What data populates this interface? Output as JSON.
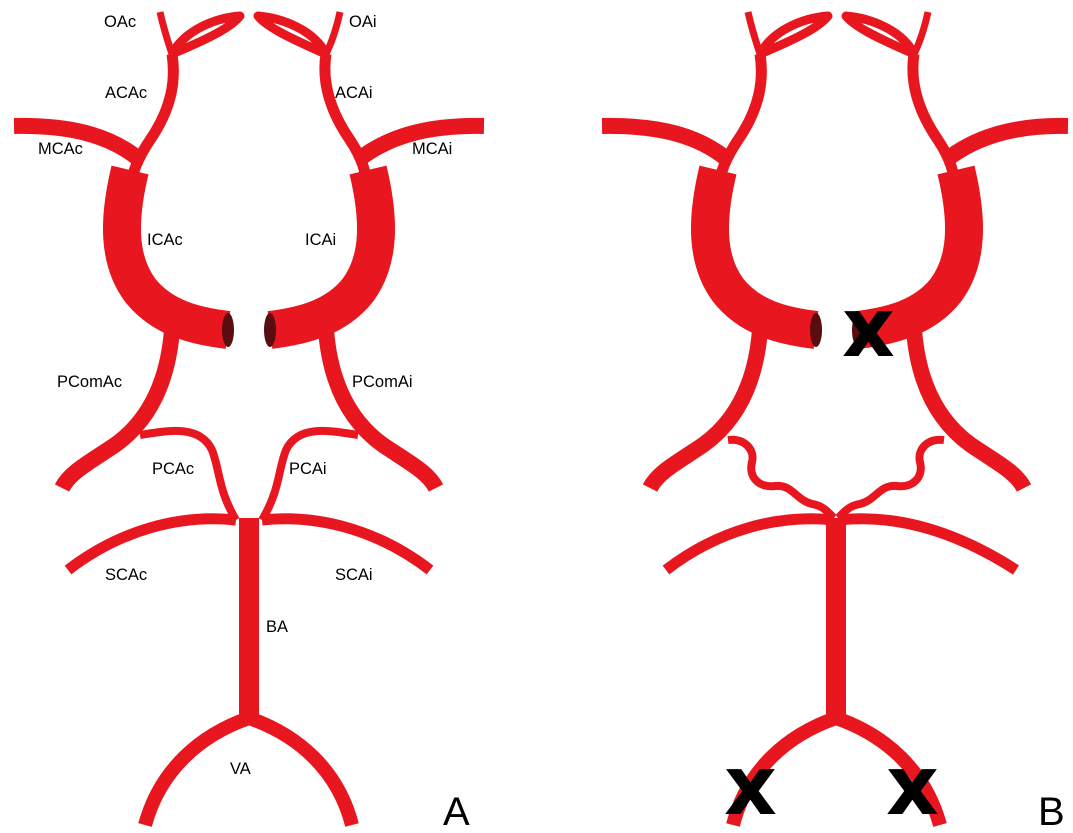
{
  "panel_a": {
    "panel_label": "A",
    "labels": {
      "oac": "OAc",
      "oai": "OAi",
      "acac": "ACAc",
      "acai": "ACAi",
      "mcac": "MCAc",
      "mcai": "MCAi",
      "icac": "ICAc",
      "icai": "ICAi",
      "pcomac": "PComAc",
      "pcomai": "PComAi",
      "pcac": "PCAc",
      "pcai": "PCAi",
      "scac": "SCAc",
      "scai": "SCAi",
      "ba": "BA",
      "va": "VA"
    }
  },
  "panel_b": {
    "panel_label": "B",
    "occlusion_marker": "x"
  },
  "colors": {
    "vessel": "#e8171f",
    "vessel_lumen": "#5a0d10",
    "marker": "#000000"
  }
}
